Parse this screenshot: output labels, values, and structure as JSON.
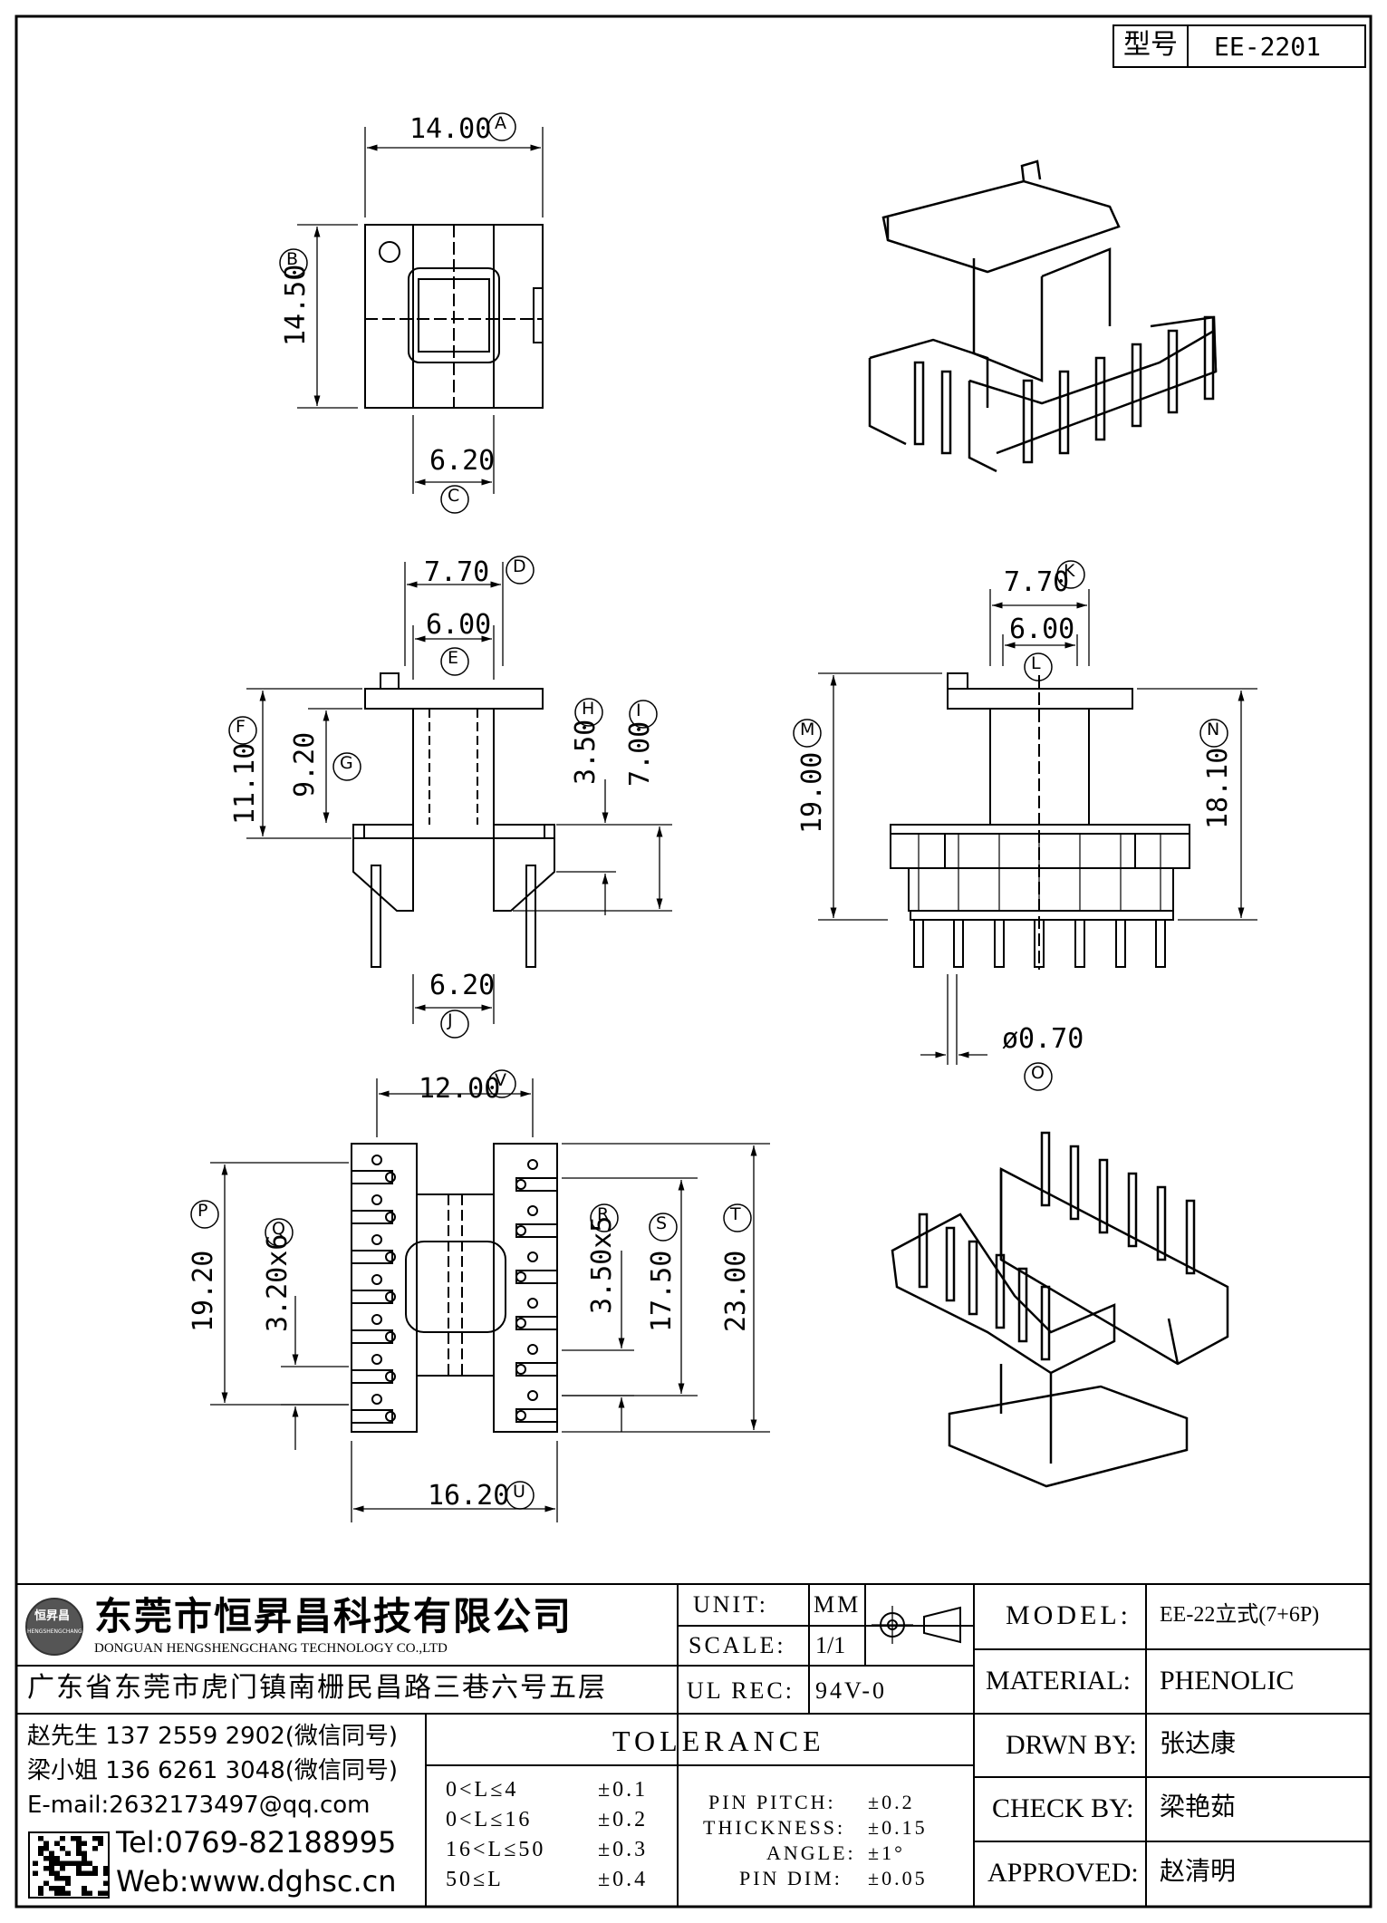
{
  "title_box": {
    "label": "型号",
    "model_no": "EE-2201"
  },
  "views": {
    "top": {
      "dim_a": "14.00",
      "dim_b": "14.50",
      "dim_c": "6.20"
    },
    "front": {
      "dim_d": "7.70",
      "dim_e": "6.00",
      "dim_f": "11.10",
      "dim_g": "9.20",
      "dim_h": "3.50",
      "dim_i": "7.00",
      "dim_j": "6.20"
    },
    "side": {
      "dim_k": "7.70",
      "dim_l": "6.00",
      "dim_m": "19.00",
      "dim_n": "18.10",
      "dim_o": "ø0.70"
    },
    "bottom": {
      "dim_v": "12.00",
      "dim_p": "19.20",
      "dim_q": "3.20x6",
      "dim_r": "3.50x5",
      "dim_s": "17.50",
      "dim_t": "23.00",
      "dim_u": "16.20"
    }
  },
  "callouts": [
    "A",
    "B",
    "C",
    "D",
    "E",
    "F",
    "G",
    "H",
    "I",
    "J",
    "K",
    "L",
    "M",
    "N",
    "O",
    "P",
    "Q",
    "R",
    "S",
    "T",
    "U",
    "V"
  ],
  "company": {
    "name_cn": "东莞市恒昇昌科技有限公司",
    "name_en": "DONGUAN HENGSHENGCHANG TECHNOLOGY CO.,LTD",
    "address": "广东省东莞市虎门镇南栅民昌路三巷六号五层",
    "logo_text": "恒昇昌",
    "logo_sub": "HENGSHENGCHANG",
    "contact1": "赵先生 137 2559 2902(微信同号)",
    "contact2": "梁小姐 136 6261 3048(微信同号)",
    "email": "E-mail:2632173497@qq.com",
    "tel": "Tel:0769-82188995",
    "web": "Web:www.dghsc.cn"
  },
  "spec": {
    "unit_label": "UNIT:",
    "unit_value": "MM",
    "scale_label": "SCALE:",
    "scale_value": "1/1",
    "ul_label": "UL REC:",
    "ul_value": "94V-0",
    "model_label": "MODEL:",
    "model_value": "EE-22立式(7+6P)",
    "material_label": "MATERIAL:",
    "material_value": "PHENOLIC",
    "drawn_label": "DRWN BY:",
    "drawn_value": "张达康",
    "check_label": "CHECK BY:",
    "check_value": "梁艳茹",
    "approved_label": "APPROVED:",
    "approved_value": "赵清明"
  },
  "tolerance": {
    "title": "TOLERANCE",
    "rows": [
      {
        "range": "0<L≤4",
        "tol": "±0.1"
      },
      {
        "range": "0<L≤16",
        "tol": "±0.2"
      },
      {
        "range": "16<L≤50",
        "tol": "±0.3"
      },
      {
        "range": "50≤L",
        "tol": "±0.4"
      }
    ],
    "extra": [
      {
        "label": "PIN PITCH:",
        "tol": "±0.2"
      },
      {
        "label": "THICKNESS:",
        "tol": "±0.15"
      },
      {
        "label": "ANGLE:",
        "tol": "±1°"
      },
      {
        "label": "PIN DIM:",
        "tol": "±0.05"
      }
    ]
  }
}
